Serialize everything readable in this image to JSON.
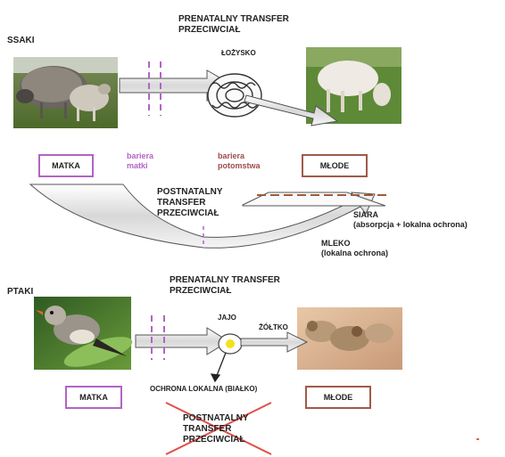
{
  "mammals": {
    "heading": "SSAKI",
    "prenatal_title_1": "PRENATALNY TRANSFER",
    "prenatal_title_2": "PRZECIWCIAŁ",
    "placenta_label": "ŁOŻYSKO",
    "mother_box": "MATKA",
    "young_box": "MŁODE",
    "mother_barrier_1": "bariera",
    "mother_barrier_2": "matki",
    "young_barrier_1": "bariera",
    "young_barrier_2": "potomstwa",
    "postnatal_1": "POSTNATALNY",
    "postnatal_2": "TRANSFER",
    "postnatal_3": "PRZECIWCIAŁ",
    "colostrum_1": "SIARA",
    "colostrum_2": "(absorpcja + lokalna ochrona)",
    "milk_1": "MLEKO",
    "milk_2": "(lokalna ochrona)"
  },
  "birds": {
    "heading": "PTAKI",
    "prenatal_title_1": "PRENATALNY TRANSFER",
    "prenatal_title_2": "PRZECIWCIAŁ",
    "egg_label": "JAJO",
    "yolk_label": "ŻÓŁTKO",
    "local_protection": "OCHRONA LOKALNA (BIAŁKO)",
    "mother_box": "MATKA",
    "young_box": "MŁODE",
    "postnatal_1": "POSTNATALNY",
    "postnatal_2": "TRANSFER",
    "postnatal_3": "PRZECIWCIAŁ"
  },
  "colors": {
    "mother_barrier": "#b264c4",
    "young_barrier": "#a04b4b",
    "cross": "#e0504a",
    "dashed_line": "#a05a3a"
  },
  "icons": [
    "sheep-photo",
    "lamb-photo",
    "finch-photo",
    "chicks-photo",
    "placenta-icon",
    "egg-icon"
  ]
}
